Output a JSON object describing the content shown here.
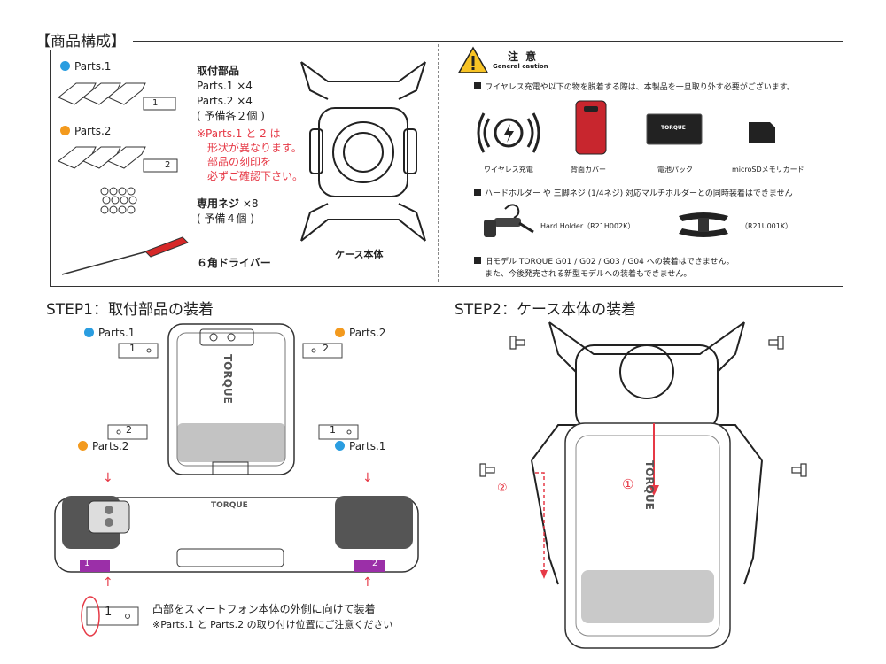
{
  "box_title": "【商品構成】",
  "parts": {
    "parts1_label": "Parts.1",
    "parts2_label": "Parts.2",
    "mount_title": "取付部品",
    "mount_line1": "Parts.1 ×4",
    "mount_line2": "Parts.2 ×4",
    "mount_line3": "( 予備各２個 )",
    "warn_line1": "※Parts.1 と 2 は",
    "warn_line2": "形状が異なります。",
    "warn_line3": "部品の刻印を",
    "warn_line4": "必ずご確認下さい。",
    "screw_title": "専用ネジ",
    "screw_count": " ×8",
    "screw_spare": "( 予備４個 )",
    "driver_label": "６角ドライバー",
    "case_label": "ケース本体",
    "stamp1": "1",
    "stamp2": "2"
  },
  "caution": {
    "title": "注 意",
    "subtitle": "General caution",
    "line1": "ワイヤレス充電や以下の物を脱着する際は、本製品を一旦取り外す必要がございます。",
    "items": [
      "ワイヤレス充電",
      "背面カバー",
      "電池パック",
      "microSDメモリカード"
    ],
    "battery_brand": "TORQUE",
    "line2": "ハードホルダー や 三脚ネジ (1/4ネジ) 対応マルチホルダーとの同時装着はできません",
    "holder1": "Hard Holder（R21H002K）",
    "holder2": "（R21U001K）",
    "line3": "旧モデル TORQUE G01 / G02 / G03 / G04 への装着はできません。",
    "line4": "また、今後発売される新型モデルへの装着もできません。"
  },
  "step1": {
    "title": "STEP1：取付部品の装着",
    "parts1": "Parts.1",
    "parts2": "Parts.2",
    "phone_brand": "TORQUE",
    "install_note1": "凸部をスマートフォン本体の外側に向けて装着",
    "install_note2": "※Parts.1 と Parts.2 の取り付け位置にご注意ください",
    "stamp1": "1",
    "stamp2": "2"
  },
  "step2": {
    "title": "STEP2：ケース本体の装着",
    "num1": "①",
    "num2": "②",
    "phone_brand": "TORQUE"
  },
  "colors": {
    "blue": "#2a9de0",
    "orange": "#f39a1e",
    "red": "#e63946",
    "purple": "#9b2fa8"
  }
}
